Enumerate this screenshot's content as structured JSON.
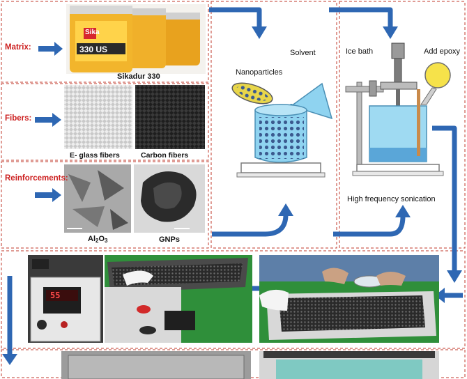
{
  "row_labels": {
    "matrix": "Matrix:",
    "fibers": "Fibers:",
    "reinforcements": "Reinforcements:"
  },
  "product": {
    "brand": "Sika",
    "model": "330 US",
    "caption": "Sikadur 330"
  },
  "fibers": {
    "glass": "E- glass fibers",
    "carbon": "Carbon fibers"
  },
  "reinforcements": {
    "alumina_main": "Al",
    "alumina_sub1": "2",
    "alumina_mid": "O",
    "alumina_sub2": "3",
    "gnps": "GNPs"
  },
  "mixing": {
    "nanoparticles": "Nanoparticles",
    "solvent": "Solvent"
  },
  "sonication": {
    "ice_bath": "Ice bath",
    "add_epoxy": "Add epoxy",
    "caption": "High frequency sonication"
  },
  "controller": {
    "display": "55"
  },
  "colors": {
    "arrow": "#2e67b3",
    "dashed_border": "#c0392b",
    "label_red": "#cc1f1f",
    "beaker": "#8fd3f0",
    "dots": "#3b5a8f",
    "board": "#2f8f3a"
  }
}
